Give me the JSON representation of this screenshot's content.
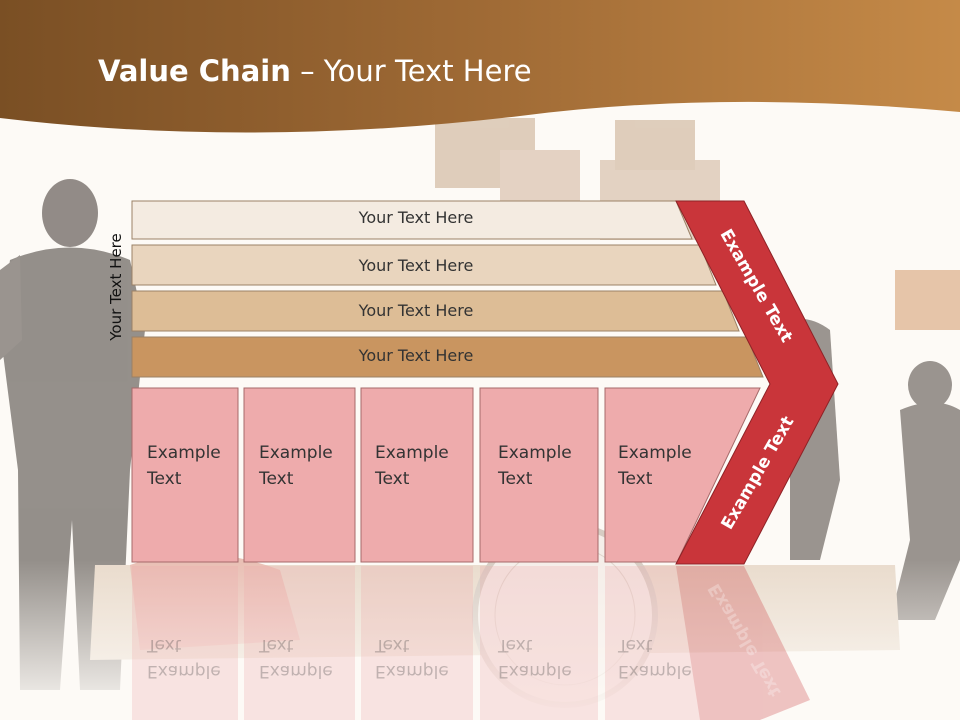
{
  "slide": {
    "title_bold": "Value Chain",
    "title_rest": " – Your Text Here",
    "side_label": "Your Text Here",
    "rows": [
      {
        "label": "Your Text Here",
        "color": "#f4ebe1"
      },
      {
        "label": "Your Text Here",
        "color": "#e9d5be"
      },
      {
        "label": "Your Text Here",
        "color": "#ddbd96"
      },
      {
        "label": "Your Text Here",
        "color": "#c99560"
      }
    ],
    "boxes": [
      {
        "line1": "Example",
        "line2": "Text"
      },
      {
        "line1": "Example",
        "line2": "Text"
      },
      {
        "line1": "Example",
        "line2": "Text"
      },
      {
        "line1": "Example",
        "line2": "Text"
      },
      {
        "line1": "Example",
        "line2": "Text"
      }
    ],
    "chevron_top": "Example Text",
    "chevron_bottom": "Example Text",
    "colors": {
      "header_dark": "#7a4f24",
      "header_light": "#c58a48",
      "box_fill": "#eeabac",
      "box_stroke": "#a66a6a",
      "chevron": "#c9353a"
    }
  }
}
